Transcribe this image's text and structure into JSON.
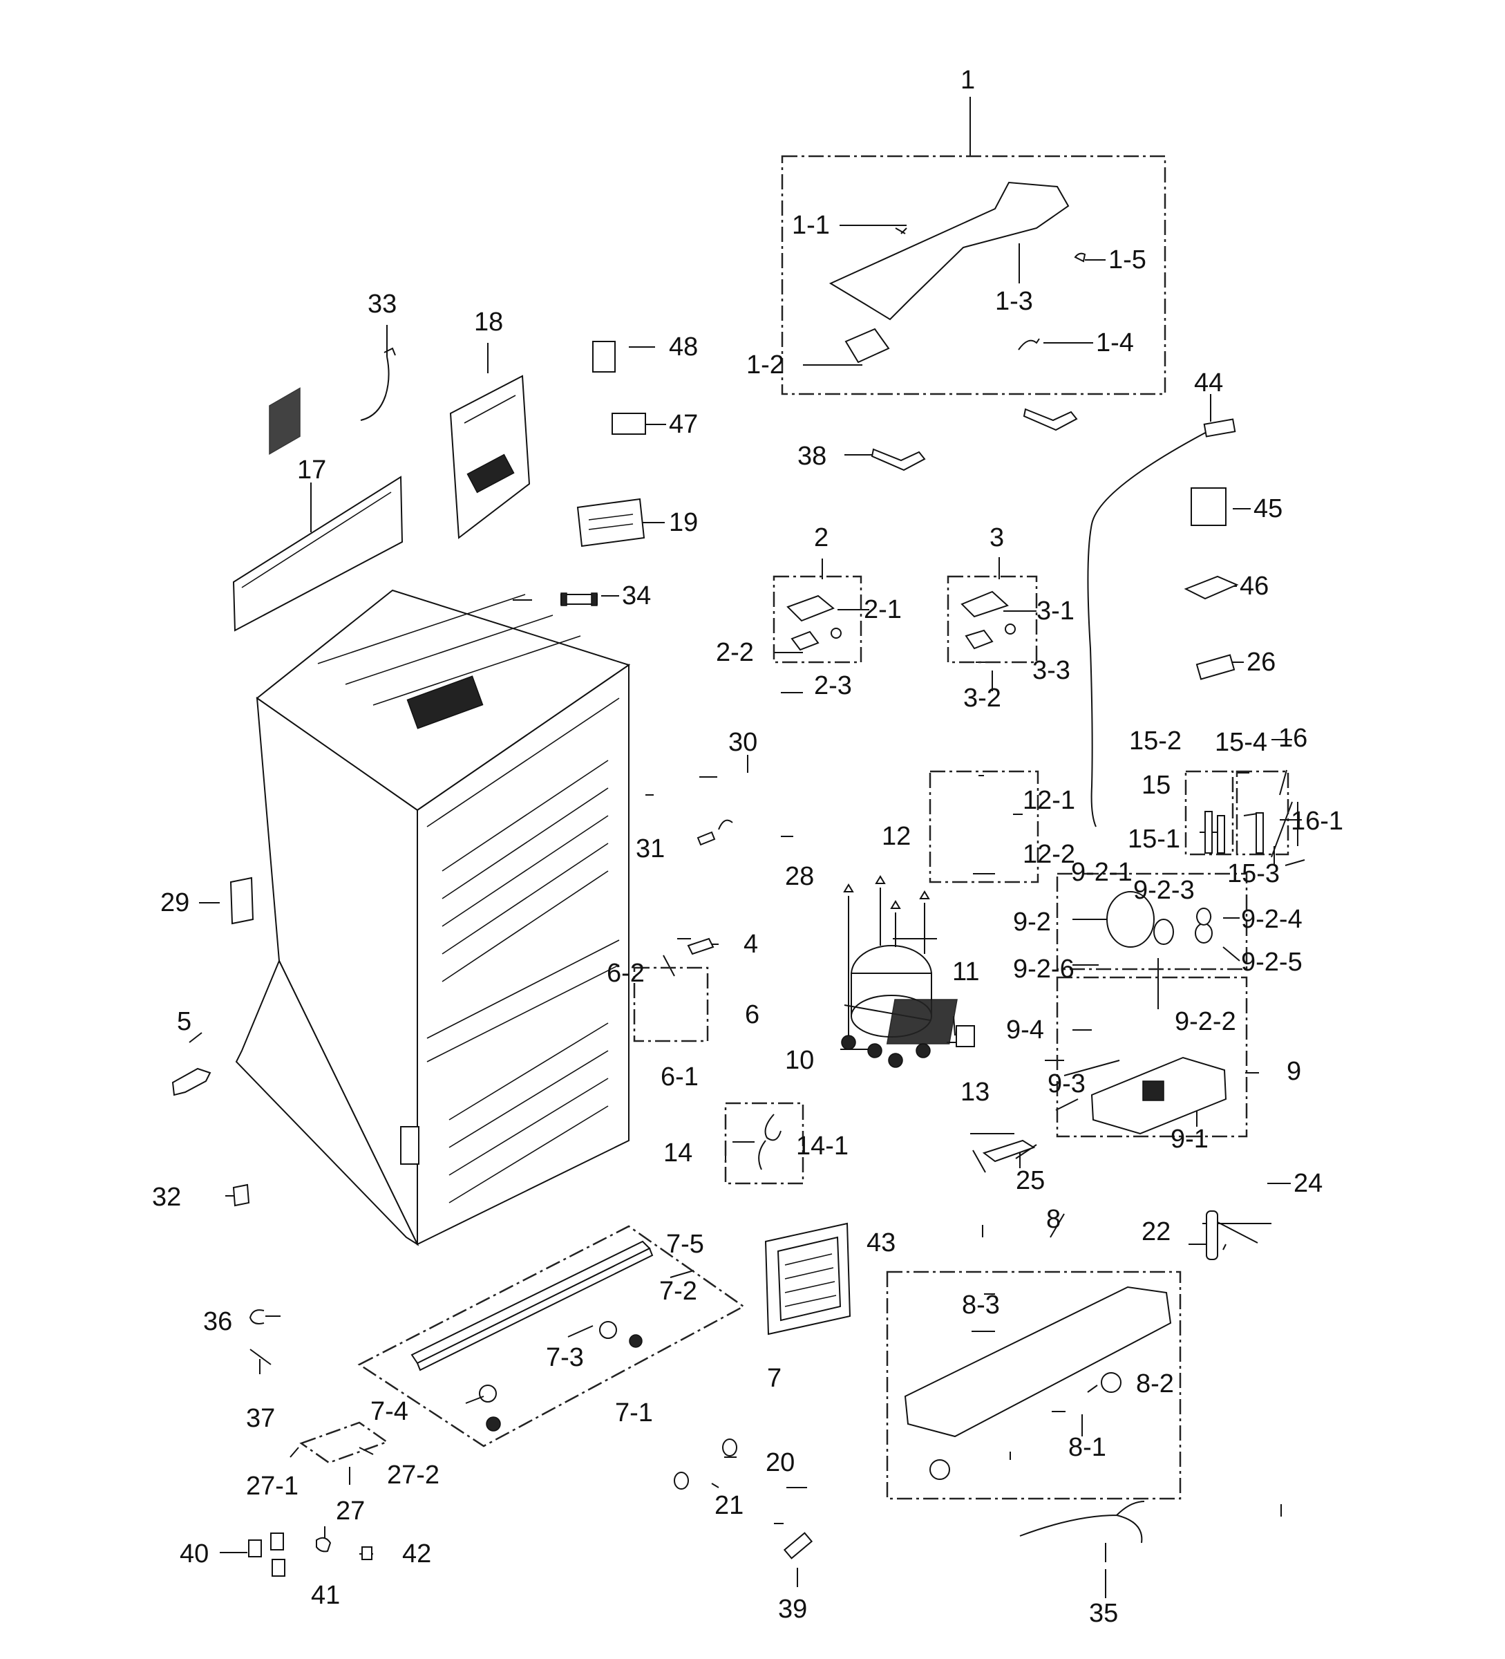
{
  "labels": {
    "p1": "1",
    "p1_1": "1-1",
    "p1_2": "1-2",
    "p1_3": "1-3",
    "p1_4": "1-4",
    "p1_5": "1-5",
    "p2": "2",
    "p2_1": "2-1",
    "p2_2": "2-2",
    "p2_3": "2-3",
    "p3": "3",
    "p3_1": "3-1",
    "p3_2": "3-2",
    "p3_3": "3-3",
    "p4": "4",
    "p5": "5",
    "p6": "6",
    "p6_1": "6-1",
    "p6_2": "6-2",
    "p7": "7",
    "p7_1": "7-1",
    "p7_2": "7-2",
    "p7_3": "7-3",
    "p7_4": "7-4",
    "p7_5": "7-5",
    "p8": "8",
    "p8_1": "8-1",
    "p8_2": "8-2",
    "p8_3": "8-3",
    "p9": "9",
    "p9_1": "9-1",
    "p9_2": "9-2",
    "p9_2_1": "9-2-1",
    "p9_2_2": "9-2-2",
    "p9_2_3": "9-2-3",
    "p9_2_4": "9-2-4",
    "p9_2_5": "9-2-5",
    "p9_2_6": "9-2-6",
    "p9_3": "9-3",
    "p9_4": "9-4",
    "p10": "10",
    "p11": "11",
    "p12": "12",
    "p12_1": "12-1",
    "p12_2": "12-2",
    "p13": "13",
    "p14": "14",
    "p14_1": "14-1",
    "p15": "15",
    "p15_1": "15-1",
    "p15_2": "15-2",
    "p15_3": "15-3",
    "p15_4": "15-4",
    "p16": "16",
    "p16_1": "16-1",
    "p17": "17",
    "p18": "18",
    "p19": "19",
    "p20": "20",
    "p21": "21",
    "p22": "22",
    "p24": "24",
    "p25": "25",
    "p26": "26",
    "p27": "27",
    "p27_1": "27-1",
    "p27_2": "27-2",
    "p28": "28",
    "p29": "29",
    "p30": "30",
    "p31": "31",
    "p32": "32",
    "p33": "33",
    "p34": "34",
    "p35": "35",
    "p36": "36",
    "p37": "37",
    "p38": "38",
    "p39": "39",
    "p40": "40",
    "p41": "41",
    "p42": "42",
    "p43": "43",
    "p44": "44",
    "p45": "45",
    "p46": "46",
    "p47": "47",
    "p48": "48"
  }
}
